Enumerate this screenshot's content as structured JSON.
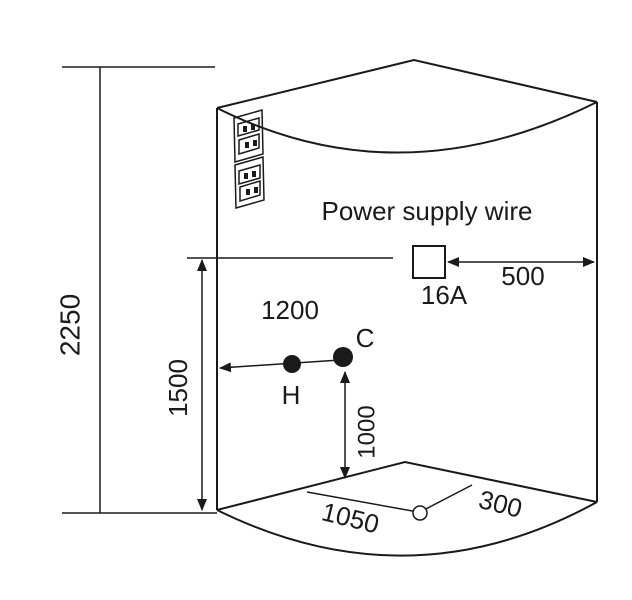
{
  "labels": {
    "total_height": "2250",
    "pipe_height": "1500",
    "horizontal_distance": "1200",
    "floor_to_cold": "1000",
    "box_offset": "500",
    "floor_depth": "1050",
    "drain_offset": "300",
    "power_wire": "Power supply wire",
    "breaker": "16A",
    "hot": "H",
    "cold": "C"
  },
  "colors": {
    "line": "#1a1a1a",
    "background": "#ffffff"
  },
  "icons": {
    "socket": "double-socket-icon",
    "junction_box": "junction-box-icon",
    "drain": "drain-icon"
  }
}
